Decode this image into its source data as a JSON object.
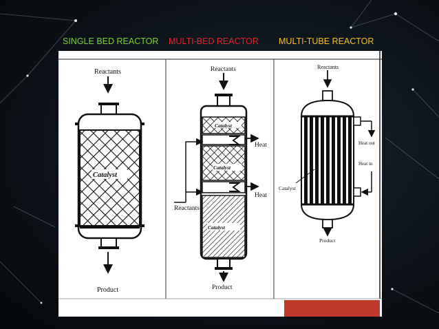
{
  "titles": {
    "single_bed": "SINGLE BED REACTOR",
    "multi_bed": "MULTI-BED REACTOR",
    "multi_tube": "MULTI-TUBE REACTOR"
  },
  "colors": {
    "single_bed": "#7fd13b",
    "multi_bed": "#e8222a",
    "multi_tube": "#f6bf1c",
    "accent_bar": "#c0392b"
  },
  "single_bed": {
    "reactants": "Reactants",
    "product": "Product",
    "catalyst": "Catalyst"
  },
  "multi_bed": {
    "reactants_top": "Reactants",
    "reactants_side": "Reactants",
    "heat_1": "Heat",
    "heat_2": "Heat",
    "catalyst_1": "Catalyst",
    "catalyst_2": "Catalyst",
    "catalyst_3": "Catalyst",
    "product": "Product"
  },
  "multi_tube": {
    "reactants": "Reactants",
    "heat_out": "Heat out",
    "heat_in": "Heat in",
    "catalyst": "Catalyst",
    "product": "Product"
  }
}
